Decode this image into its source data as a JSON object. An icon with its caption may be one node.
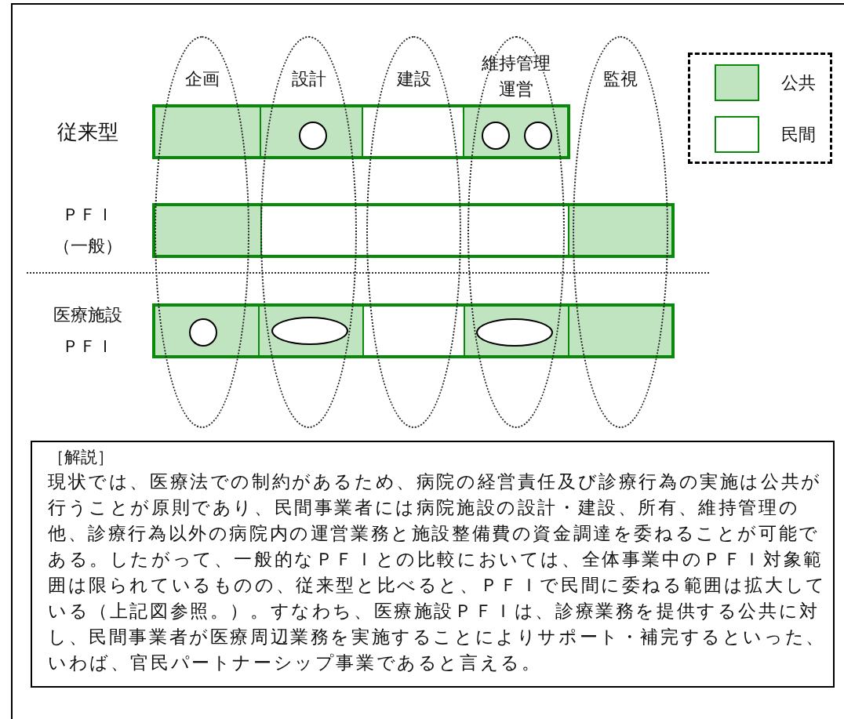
{
  "diagram": {
    "nodes": [
      {
        "text": [
          "企画"
        ]
      },
      {
        "text": [
          "設計"
        ]
      },
      {
        "text": [
          "建設"
        ]
      },
      {
        "text": [
          "維持管理運営"
        ]
      },
      {
        "text": [
          "監視"
        ]
      },
      {
        "text": [
          "従来型"
        ]
      },
      {
        "text": [
          "ＰＦＩ（一般）"
        ]
      },
      {
        "text": [
          "医療施設ＰＦＩ"
        ]
      },
      {
        "text": [
          "［解説］",
          "現状では、医療法での制約があるため、病院の経営責任及び診療行為の実施は公共が行うことが原則であり、民間事業者には病院施設の設計・建設、所有、維持管理の他、診療行為以外の病院内の運営業務と施設整備費の資金調達を委ねることが可能である。したがって、一般的なＰＦＩとの比較においては、全体事業中のＰＦＩ対象範囲は限られているものの、従来型と比べると、ＰＦＩで民間に委ねる範囲は拡大している（上記図参照。）。すなわち、医療施設ＰＦＩは、診療業務を提供する公共に対し、民間事業者が医療周辺業務を実施することによりサポート・補完するといった、いわば、官民パートナーシップ事業であると言える。"
        ]
      }
    ],
    "legend": [
      {
        "text": "公共",
        "color": "#c0e4c0"
      },
      {
        "text": "民間",
        "color": "#ffffff"
      }
    ]
  }
}
